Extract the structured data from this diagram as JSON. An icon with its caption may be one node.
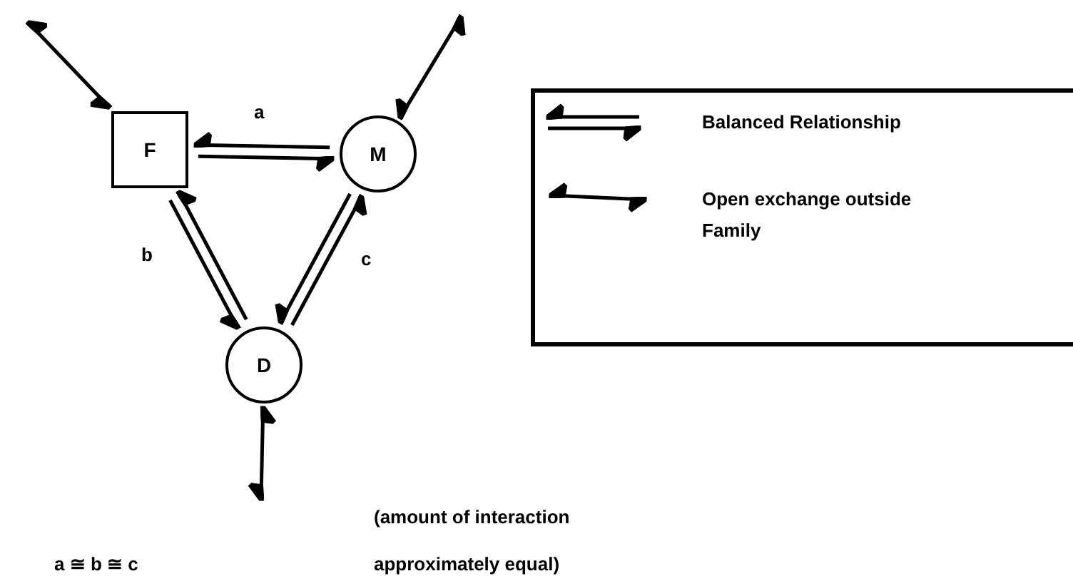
{
  "diagram": {
    "nodes": [
      {
        "text": [
          "F"
        ]
      },
      {
        "text": [
          "M"
        ]
      },
      {
        "text": [
          "D"
        ]
      }
    ],
    "edges": [
      {
        "from": 1,
        "to": 0,
        "arrow": "to",
        "label": "a"
      },
      {
        "from": 0,
        "to": 1,
        "arrow": "to"
      },
      {
        "from": 0,
        "to": 2,
        "arrow": "to",
        "label": "b"
      },
      {
        "from": 2,
        "to": 0,
        "arrow": "to"
      },
      {
        "from": 1,
        "to": 2,
        "arrow": "to",
        "label": "c"
      },
      {
        "from": 2,
        "to": 1,
        "arrow": "to"
      },
      {
        "from": null,
        "to": 0,
        "arrow": "both"
      },
      {
        "from": null,
        "to": 1,
        "arrow": "both"
      },
      {
        "from": null,
        "to": 2,
        "arrow": "both"
      }
    ],
    "labels": [
      "a ≅ b ≅ c",
      "(amount of interaction approximately equal)"
    ],
    "legend": [
      {
        "text": "Balanced Relationship"
      },
      {
        "text": "Open exchange outside Family"
      }
    ]
  }
}
